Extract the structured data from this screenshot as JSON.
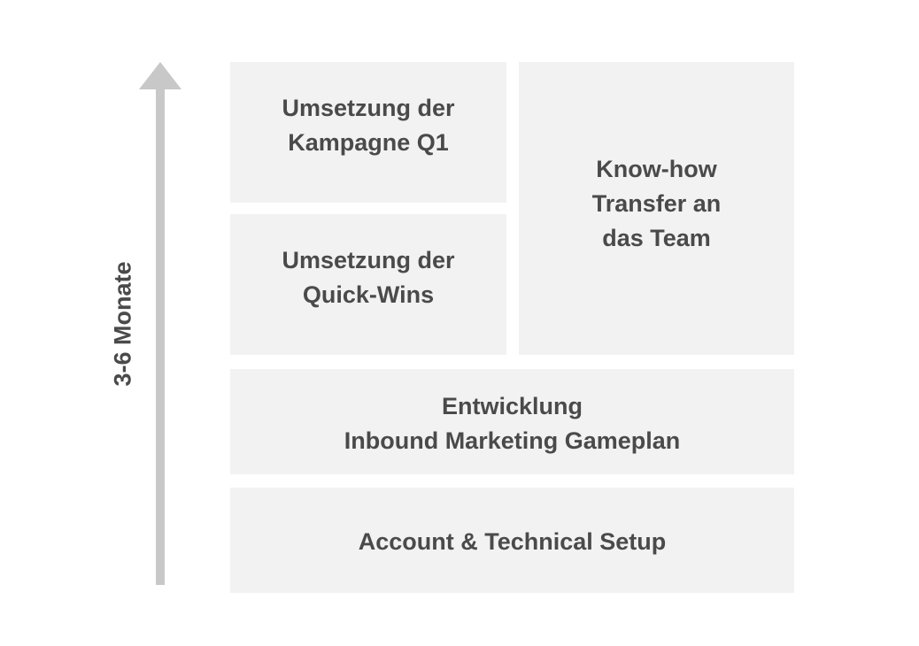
{
  "timeline": {
    "label": "3-6 Monate",
    "arrow_color": "#c8c8c8"
  },
  "phases": {
    "campaign": "Umsetzung der\nKampagne Q1",
    "quick_wins": "Umsetzung der\nQuick-Wins",
    "know_how": "Know-how\nTransfer an\ndas Team",
    "gameplan": "Entwicklung\nInbound Marketing Gameplan",
    "setup": "Account & Technical Setup"
  },
  "colors": {
    "box_background": "#f2f2f2",
    "text": "#4a4a4a"
  }
}
